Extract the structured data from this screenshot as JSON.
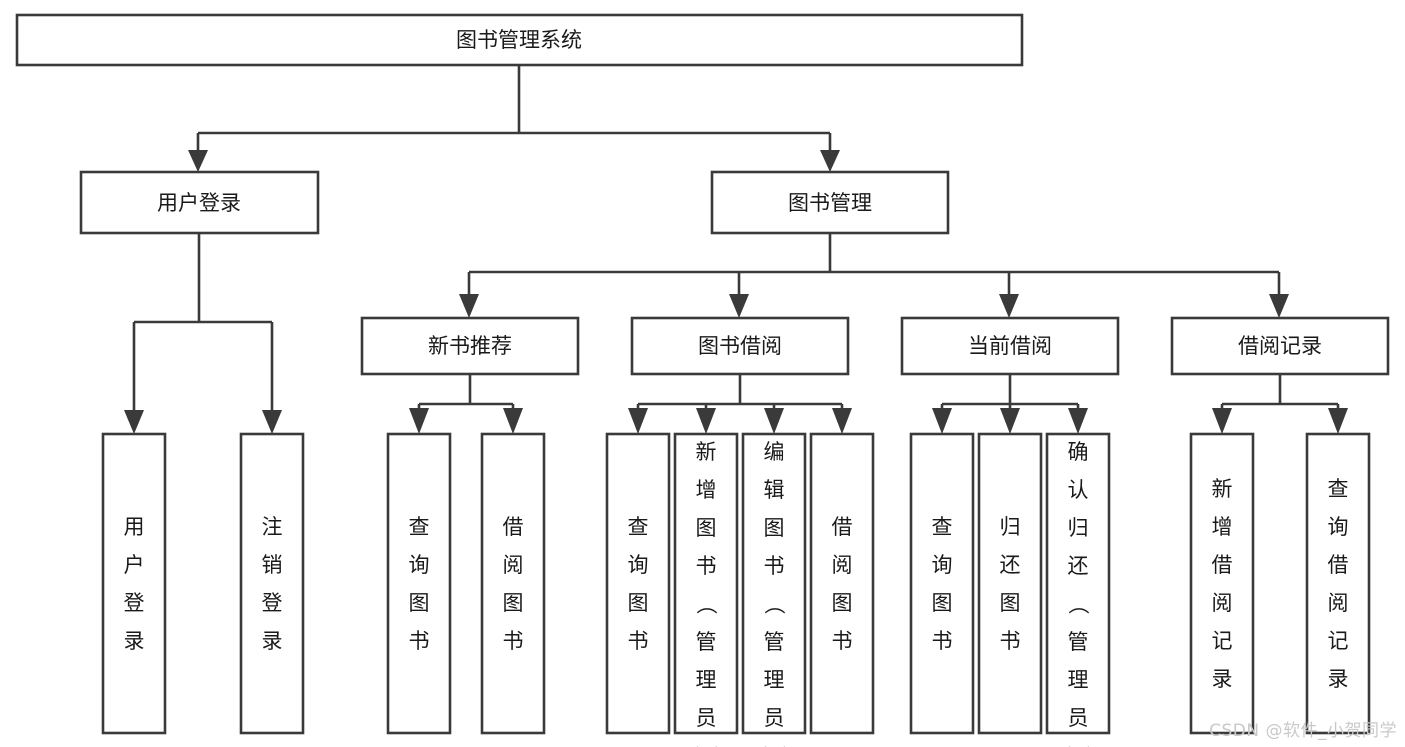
{
  "diagram": {
    "type": "tree",
    "title": "图书管理系统",
    "watermark": "CSDN @软件_小贺同学",
    "colors": {
      "stroke": "#3a3a3a",
      "box_fill": "#ffffff",
      "text": "#1a1a1a",
      "background": "#ffffff",
      "watermark": "#c9c9c9"
    },
    "root": {
      "label": "图书管理系统"
    },
    "level1": [
      {
        "label": "用户登录"
      },
      {
        "label": "图书管理"
      }
    ],
    "level2": [
      {
        "label": "新书推荐"
      },
      {
        "label": "图书借阅"
      },
      {
        "label": "当前借阅"
      },
      {
        "label": "借阅记录"
      }
    ],
    "leaves": {
      "user_login": [
        {
          "label": "用户登录"
        },
        {
          "label": "注销登录"
        }
      ],
      "new_book_recommend": [
        {
          "label": "查询图书"
        },
        {
          "label": "借阅图书"
        }
      ],
      "book_borrow": [
        {
          "label": "查询图书"
        },
        {
          "label": "新增图书（管理员）"
        },
        {
          "label": "编辑图书（管理员）"
        },
        {
          "label": "借阅图书"
        }
      ],
      "current_borrow": [
        {
          "label": "查询图书"
        },
        {
          "label": "归还图书"
        },
        {
          "label": "确认归还（管理员）"
        }
      ],
      "borrow_record": [
        {
          "label": "新增借阅记录"
        },
        {
          "label": "查询借阅记录"
        }
      ]
    }
  }
}
